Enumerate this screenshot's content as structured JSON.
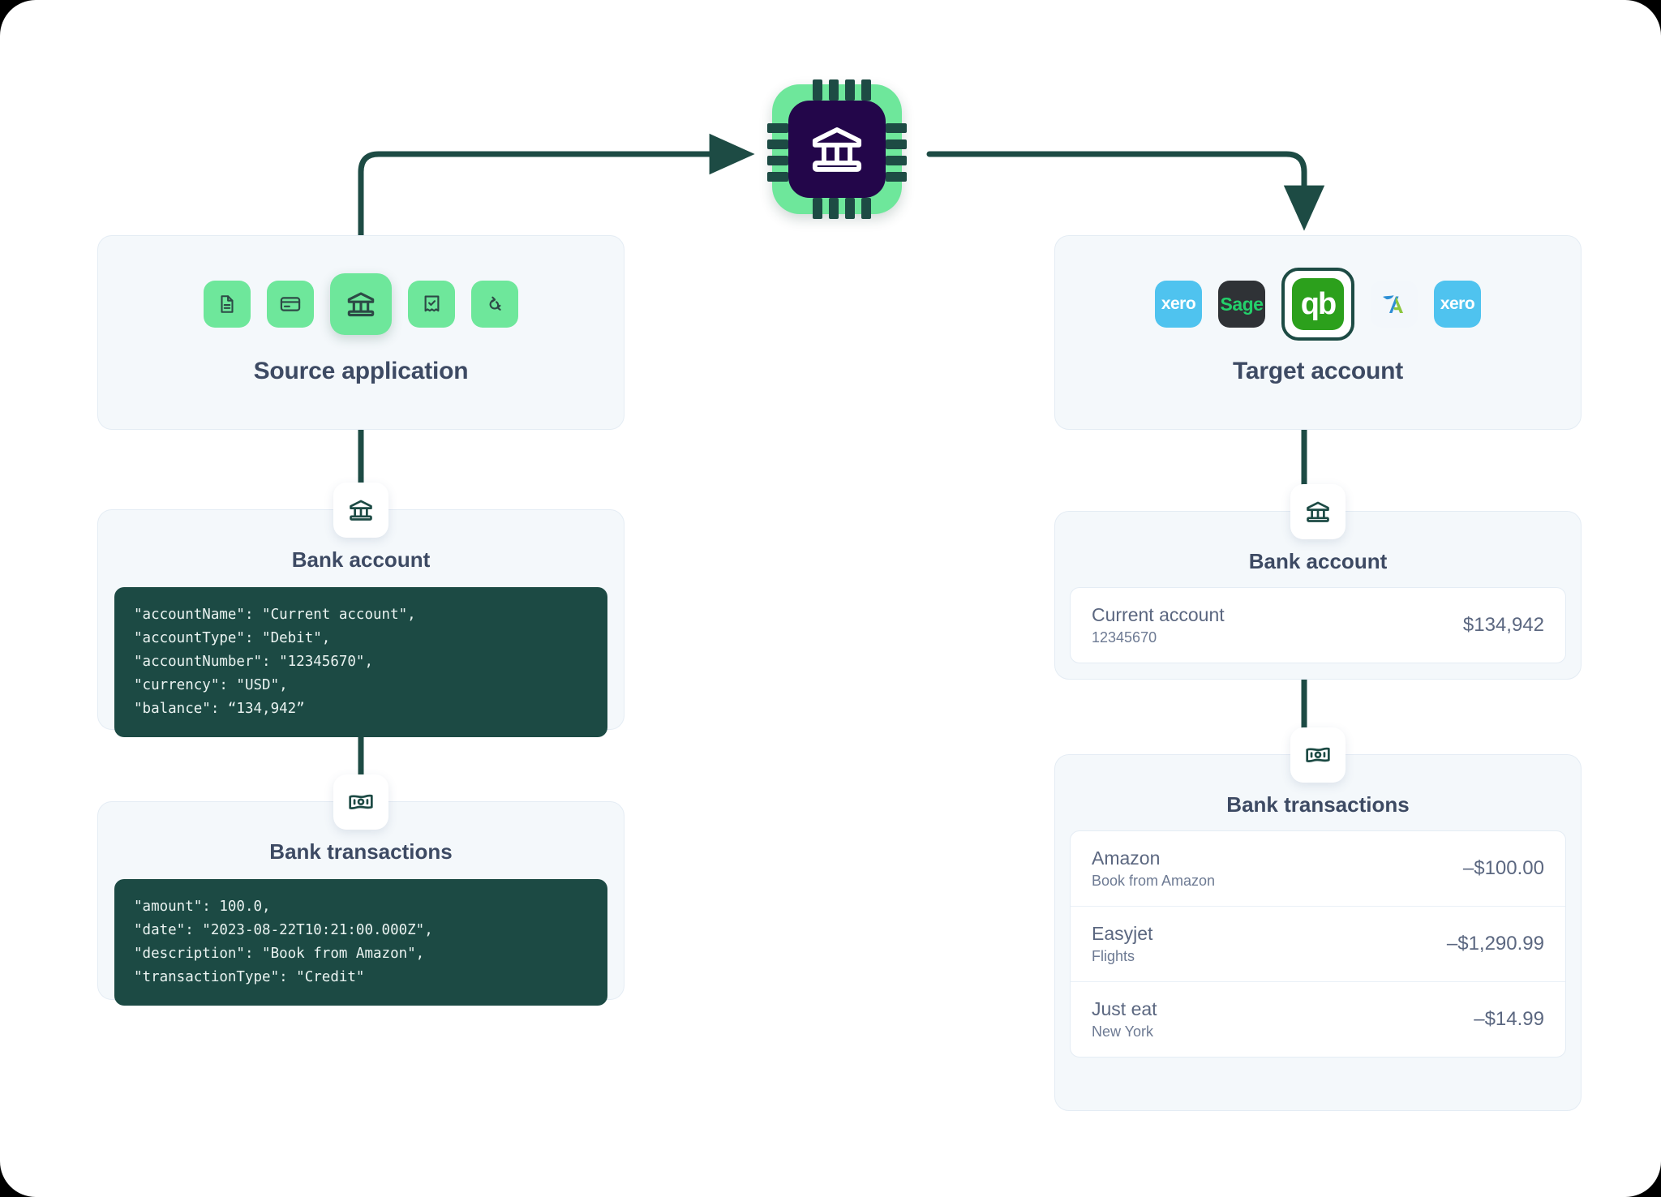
{
  "colors": {
    "canvas": "#ffffff",
    "panel_bg": "#f4f8fb",
    "panel_border": "#e4ecf4",
    "wire": "#1d4b44",
    "code_bg": "#1c4a44",
    "accent_green": "#6ee79b",
    "chip_core": "#23064a",
    "heading": "#3d4a63",
    "quickbooks_green": "#2CA01C",
    "xero_blue": "#4fc3ef",
    "sage_dark": "#2f3236",
    "sage_green": "#23d06a"
  },
  "center_node": {
    "name": "bank-chip",
    "icon": "bank-icon"
  },
  "source_panel": {
    "title": "Source application",
    "icons": [
      {
        "name": "document-icon",
        "active": false
      },
      {
        "name": "credit-card-icon",
        "active": false
      },
      {
        "name": "bank-icon",
        "active": true
      },
      {
        "name": "receipt-check-icon",
        "active": false
      },
      {
        "name": "sync-refresh-icon",
        "active": false
      }
    ]
  },
  "target_panel": {
    "title": "Target account",
    "logos": [
      {
        "name": "xero-logo",
        "label": "xero",
        "selected": false
      },
      {
        "name": "sage-logo",
        "label": "Sage",
        "selected": false
      },
      {
        "name": "quickbooks-logo",
        "label": "qb",
        "selected": true
      },
      {
        "name": "freeagent-logo",
        "label": "",
        "selected": false
      },
      {
        "name": "xero-logo",
        "label": "xero",
        "selected": false
      }
    ]
  },
  "source_sections": [
    {
      "badge_icon": "bank-icon",
      "title": "Bank account",
      "code": "\"accountName\": \"Current account\",\n\"accountType\": \"Debit\",\n\"accountNumber\": \"12345670\",\n\"currency\": \"USD\",\n\"balance\": “134,942”"
    },
    {
      "badge_icon": "banknote-icon",
      "title": "Bank transactions",
      "code": "\"amount\": 100.0,\n\"date\": \"2023-08-22T10:21:00.000Z\",\n\"description\": \"Book from Amazon\",\n\"transactionType\": \"Credit\""
    }
  ],
  "target_sections": [
    {
      "badge_icon": "bank-icon",
      "title": "Bank account",
      "rows": [
        {
          "name": "Current account",
          "sub": "12345670",
          "amount": "$134,942"
        }
      ]
    },
    {
      "badge_icon": "banknote-icon",
      "title": "Bank transactions",
      "rows": [
        {
          "name": "Amazon",
          "sub": "Book from Amazon",
          "amount": "–$100.00"
        },
        {
          "name": "Easyjet",
          "sub": "Flights",
          "amount": "–$1,290.99"
        },
        {
          "name": "Just eat",
          "sub": "New York",
          "amount": "–$14.99"
        }
      ]
    }
  ]
}
